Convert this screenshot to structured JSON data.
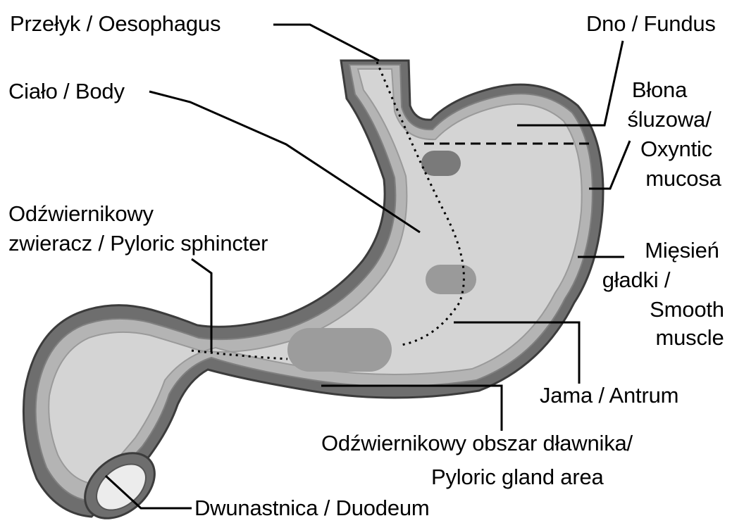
{
  "labels": {
    "oesophagus": "Przełyk / Oesophagus",
    "fundus": "Dno / Fundus",
    "body": "Ciało / Body",
    "oxyntic_1": "Błona",
    "oxyntic_2": "śluzowa/",
    "oxyntic_3": "Oxyntic",
    "oxyntic_4": "mucosa",
    "sphincter_1": "Odźwiernikowy",
    "sphincter_2": "zwieracz / Pyloric sphincter",
    "muscle_1": "Mięsień",
    "muscle_2": "gładki /",
    "muscle_3": "Smooth",
    "muscle_4": "muscle",
    "antrum": "Jama / Antrum",
    "gland_1": "Odźwiernikowy obszar dławnika/",
    "gland_2": "Pyloric gland area",
    "duodenum": "Dwunastnica / Duodeum"
  },
  "colors": {
    "outer_wall": "#6e6e6e",
    "wall_dark": "#4a4a4a",
    "mucosa": "#b4b4b4",
    "lumen": "#d4d4d4",
    "patch": "#8a8a8a",
    "line": "#000000"
  }
}
